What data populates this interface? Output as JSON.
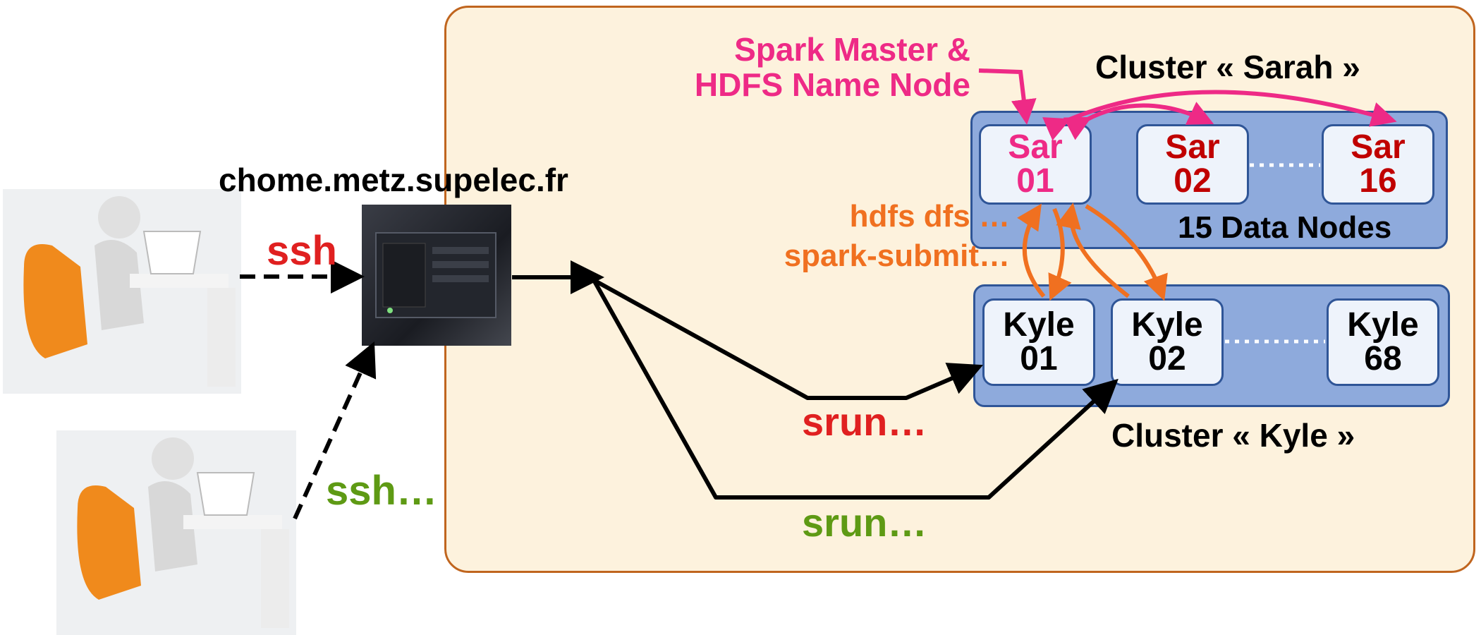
{
  "colors": {
    "red": "#e02020",
    "green": "#5e9a14",
    "pink": "#ee2a86",
    "orange": "#f07020",
    "dark_red": "#c00000",
    "zone_fill": "#fdf2dd",
    "zone_border": "#c0651e",
    "cluster_fill": "#8eaadc",
    "node_fill": "#eef3fb",
    "node_border": "#2f5597"
  },
  "server": {
    "hostname": "chome.metz.supelec.fr"
  },
  "users": [
    {
      "connection": "ssh"
    },
    {
      "connection": "ssh…"
    }
  ],
  "commands": {
    "srun_red": "srun…",
    "srun_green": "srun…",
    "hdfs": "hdfs dfs …",
    "spark_submit": "spark-submit…"
  },
  "sarah": {
    "title": "Cluster « Sarah »",
    "master_label_line1": "Spark Master &",
    "master_label_line2": "HDFS Name Node",
    "data_nodes_label": "15 Data Nodes",
    "nodes": [
      {
        "name": "Sar",
        "num": "01"
      },
      {
        "name": "Sar",
        "num": "02"
      },
      {
        "name": "Sar",
        "num": "16"
      }
    ]
  },
  "kyle": {
    "title": "Cluster « Kyle »",
    "nodes": [
      {
        "name": "Kyle",
        "num": "01"
      },
      {
        "name": "Kyle",
        "num": "02"
      },
      {
        "name": "Kyle",
        "num": "68"
      }
    ]
  }
}
